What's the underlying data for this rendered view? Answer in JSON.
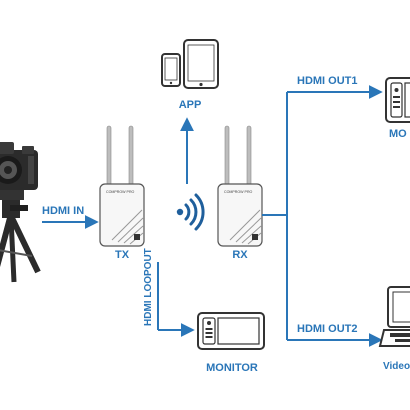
{
  "labels": {
    "app": "APP",
    "hdmi_out1": "HDMI OUT1",
    "monitor_top": "MO",
    "hdmi_in": "HDMI IN",
    "tx": "TX",
    "rx": "RX",
    "hdmi_loopout": "HDMI LOOPOUT",
    "hdmi_out2": "HDMI OUT2",
    "monitor_bottom": "MONITOR",
    "video_bottom": "Video"
  },
  "device_brand": "COMPROW PRO",
  "colors": {
    "arrow": "#2a76b8",
    "text_blue": "#2a76b8",
    "text_dark": "#222222",
    "device_outline": "#555555"
  },
  "icons": [
    "camera-on-tripod-icon",
    "tablet-icon",
    "phone-icon",
    "monitor-icon",
    "wireless-signal-icon",
    "laptop-icon"
  ]
}
